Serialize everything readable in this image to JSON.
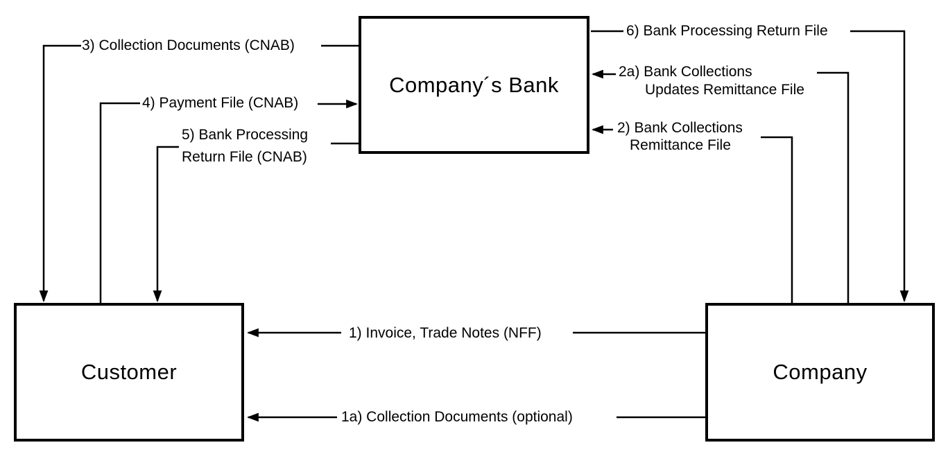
{
  "nodes": {
    "bank": {
      "line1": "Company´s",
      "line2": "Bank"
    },
    "customer": {
      "label": "Customer"
    },
    "company": {
      "label": "Company"
    }
  },
  "flows": {
    "f1": {
      "label": "1) Invoice, Trade Notes (NFF)",
      "from": "Company",
      "to": "Customer"
    },
    "f1a": {
      "label": "1a) Collection Documents (optional)",
      "from": "Company",
      "to": "Customer"
    },
    "f2": {
      "line1": "2) Bank Collections",
      "line2": "Remittance File",
      "from": "Company",
      "to": "Company´s Bank"
    },
    "f2a": {
      "line1": "2a) Bank Collections",
      "line2": "Updates Remittance File",
      "from": "Company",
      "to": "Company´s Bank"
    },
    "f3": {
      "label": "3) Collection Documents (CNAB)",
      "from": "Company´s Bank",
      "to": "Customer"
    },
    "f4": {
      "label": "4) Payment File (CNAB)",
      "from": "Customer",
      "to": "Company´s Bank"
    },
    "f5": {
      "line1": "5) Bank Processing",
      "line2": "Return File (CNAB)",
      "from": "Company´s Bank",
      "to": "Customer"
    },
    "f6": {
      "label": "6) Bank Processing Return File",
      "from": "Company´s Bank",
      "to": "Company"
    }
  },
  "colors": {
    "line": "#000000",
    "text": "#000000",
    "background": "#ffffff"
  }
}
